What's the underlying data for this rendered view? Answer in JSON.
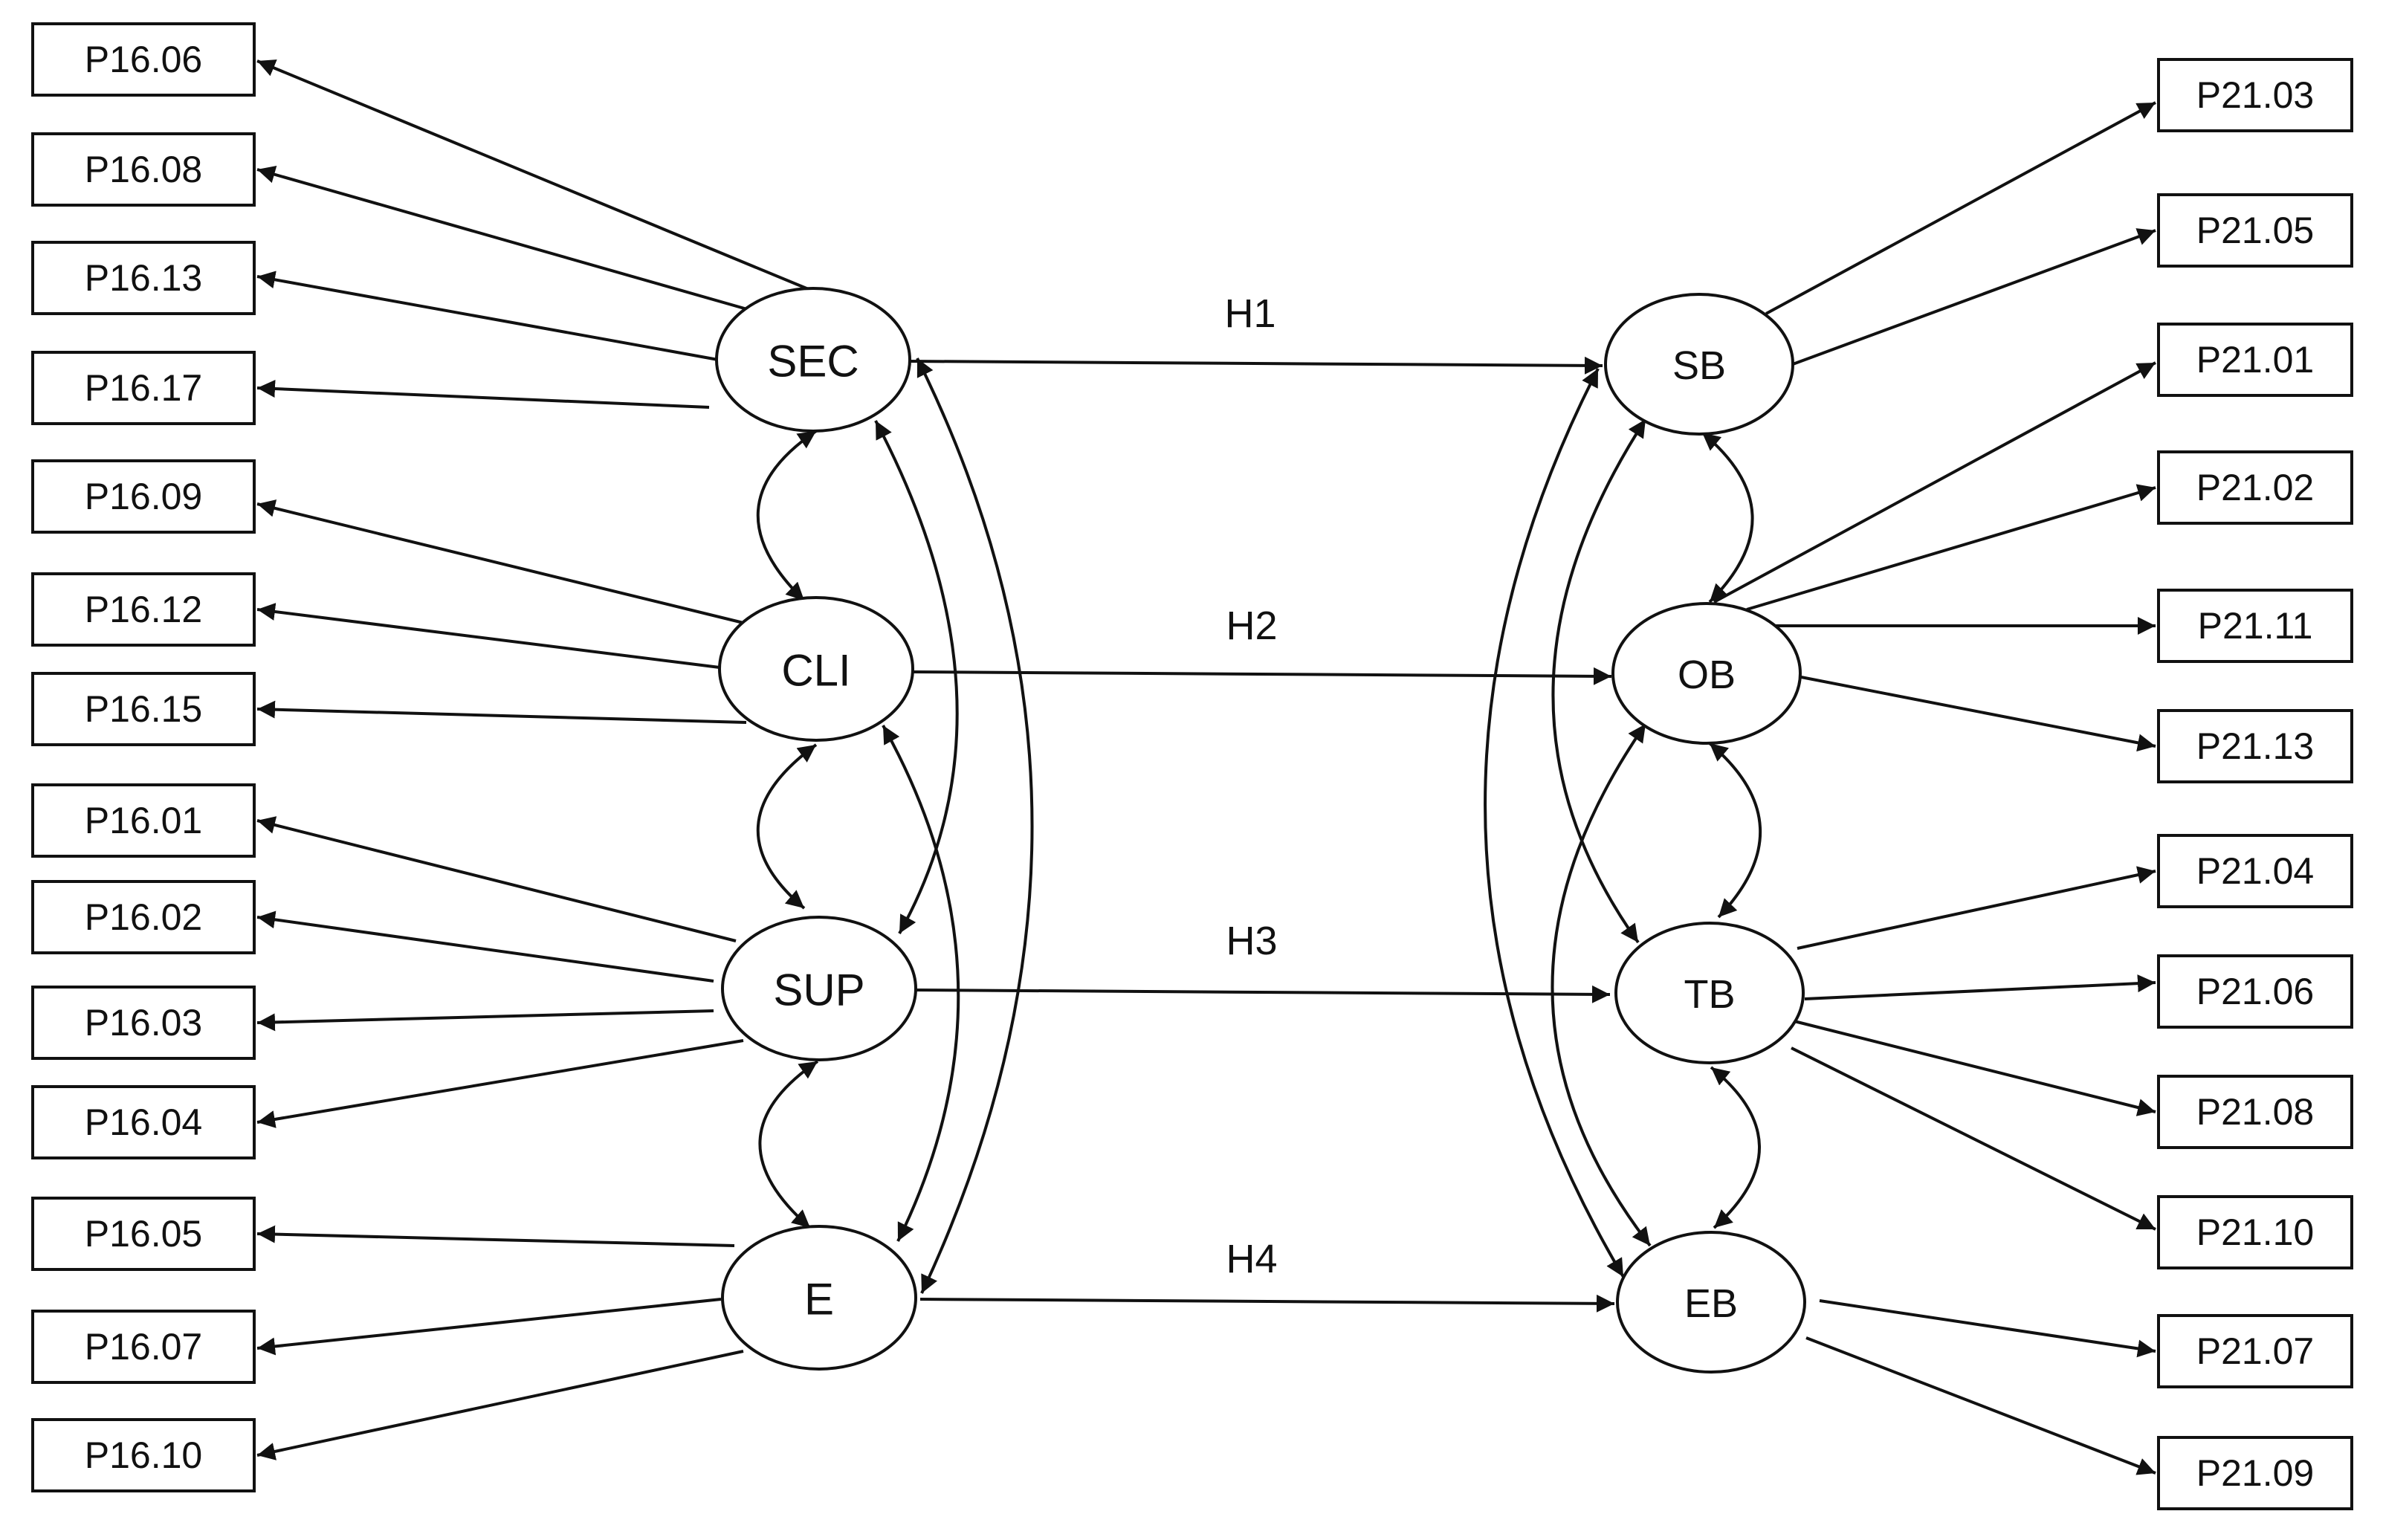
{
  "diagram": {
    "left_indicators": [
      "P16.06",
      "P16.08",
      "P16.13",
      "P16.17",
      "P16.09",
      "P16.12",
      "P16.15",
      "P16.01",
      "P16.02",
      "P16.03",
      "P16.04",
      "P16.05",
      "P16.07",
      "P16.10"
    ],
    "right_indicators": [
      "P21.03",
      "P21.05",
      "P21.01",
      "P21.02",
      "P21.11",
      "P21.13",
      "P21.04",
      "P21.06",
      "P21.08",
      "P21.10",
      "P21.07",
      "P21.09"
    ],
    "left_constructs": [
      "SEC",
      "CLI",
      "SUP",
      "E"
    ],
    "right_constructs": [
      "SB",
      "OB",
      "TB",
      "EB"
    ],
    "paths": [
      "H1",
      "H2",
      "H3",
      "H4"
    ],
    "line_color": "#111111",
    "background": "#ffffff"
  }
}
